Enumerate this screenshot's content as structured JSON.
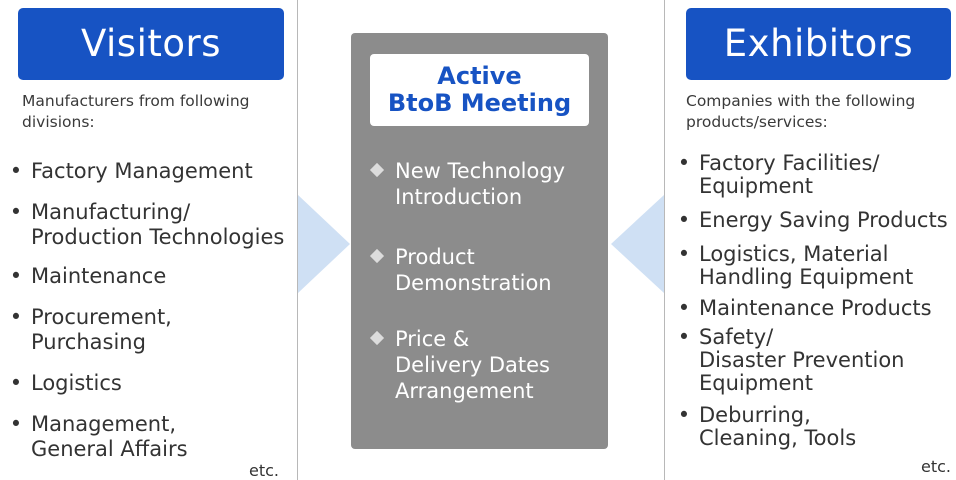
{
  "visitors": {
    "title": "Visitors",
    "description": "Manufacturers from following\ndivisions:",
    "items": [
      "Factory Management",
      "Manufacturing/\nProduction Technologies",
      "Maintenance",
      "Procurement, Purchasing",
      "Logistics",
      "Management,\nGeneral Affairs"
    ],
    "etc": "etc."
  },
  "center": {
    "title_line1": "Active",
    "title_line2": "BtoB Meeting",
    "items": [
      "New Technology\nIntroduction",
      "Product\nDemonstration",
      "Price &\nDelivery Dates\nArrangement"
    ]
  },
  "exhibitors": {
    "title": "Exhibitors",
    "description": "Companies with the following\nproducts/services:",
    "items": [
      "Factory Facilities/\nEquipment",
      "Energy Saving Products",
      "Logistics, Material\nHandling Equipment",
      "Maintenance Products",
      "Safety/\nDisaster Prevention\nEquipment",
      "Deburring,\nCleaning, Tools"
    ],
    "etc": "etc."
  },
  "colors": {
    "title_blue": "#1753c3",
    "center_grey": "#8c8c8c",
    "arrow_blue": "#cfe0f4"
  }
}
